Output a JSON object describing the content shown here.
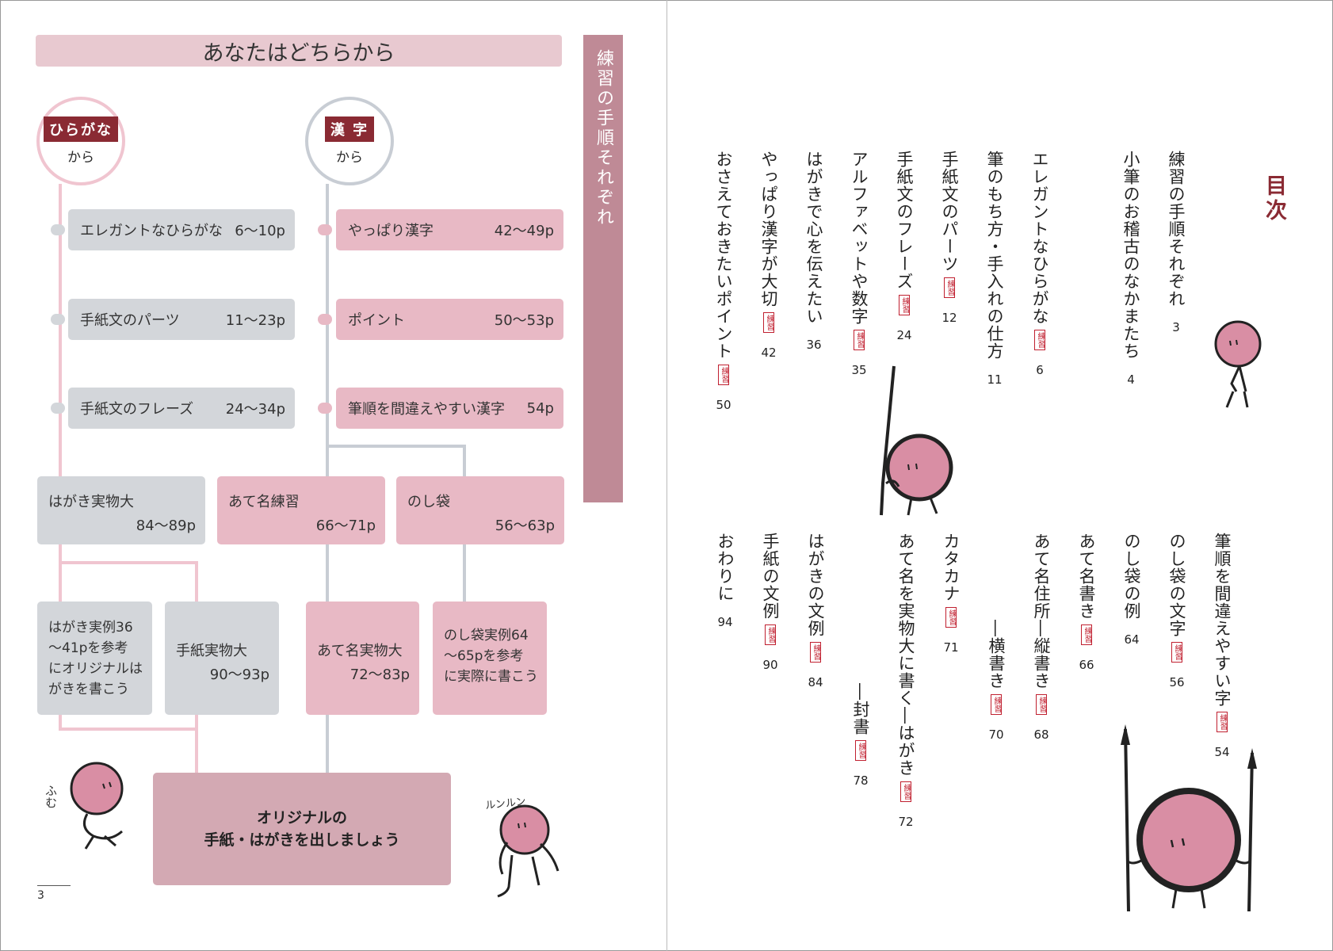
{
  "left": {
    "title": "あなたはどちらから",
    "side_label": "練習の手順それぞれ",
    "hiragana": {
      "label": "ひらがな",
      "sub": "から"
    },
    "kanji": {
      "label": "漢 字",
      "sub": "から"
    },
    "hira_items": [
      {
        "label": "エレガントなひらがな",
        "pages": "6～10p"
      },
      {
        "label": "手紙文のパーツ",
        "pages": "11～23p"
      },
      {
        "label": "手紙文のフレーズ",
        "pages": "24～34p"
      }
    ],
    "kanji_items": [
      {
        "label": "やっぱり漢字",
        "pages": "42～49p"
      },
      {
        "label": "ポイント",
        "pages": "50～53p"
      },
      {
        "label": "筆順を間違えやすい漢字",
        "pages": "54p"
      }
    ],
    "mid_boxes": [
      {
        "label": "はがき実物大",
        "pages": "84～89p"
      },
      {
        "label": "あて名練習",
        "pages": "66～71p"
      },
      {
        "label": "のし袋",
        "pages": "56～63p"
      }
    ],
    "low_boxes": [
      {
        "lines": [
          "はがき実例36",
          "～41pを参考",
          "にオリジナルは",
          "がきを書こう"
        ]
      },
      {
        "label": "手紙実物大",
        "pages": "90～93p"
      },
      {
        "label": "あて名実物大",
        "pages": "72～83p"
      },
      {
        "lines": [
          "のし袋実例64",
          "～65pを参考",
          "に実際に書こう"
        ]
      }
    ],
    "final": [
      "オリジナルの",
      "手紙・はがきを出しましょう"
    ],
    "page_number": "3",
    "hand_fumu": "ふむ",
    "hand_runrun": "ルンルン"
  },
  "right": {
    "heading": "目次",
    "tag_text": "練習",
    "toc_upper": [
      {
        "title": "練習の手順それぞれ",
        "tag": false,
        "page": "3"
      },
      {
        "title": "小筆のお稽古のなかまたち",
        "tag": false,
        "page": "4"
      },
      {
        "title": "エレガントなひらがな",
        "tag": true,
        "page": "6"
      },
      {
        "title": "筆のもち方・手入れの仕方",
        "tag": false,
        "page": "11"
      },
      {
        "title": "手紙文のパーツ",
        "tag": true,
        "page": "12"
      },
      {
        "title": "手紙文のフレーズ",
        "tag": true,
        "page": "24"
      },
      {
        "title": "アルファベットや数字",
        "tag": true,
        "page": "35"
      },
      {
        "title": "はがきで心を伝えたい",
        "tag": false,
        "page": "36"
      },
      {
        "title": "やっぱり漢字が大切",
        "tag": true,
        "page": "42"
      },
      {
        "title": "おさえておきたいポイント",
        "tag": true,
        "page": "50"
      }
    ],
    "toc_lower": [
      {
        "title": "筆順を間違えやすい字",
        "tag": true,
        "page": "54"
      },
      {
        "title": "のし袋の文字",
        "tag": true,
        "page": "56"
      },
      {
        "title": "のし袋の例",
        "tag": false,
        "page": "64"
      },
      {
        "title": "あて名書き",
        "tag": true,
        "page": "66"
      },
      {
        "title": "あて名住所―縦書き",
        "tag": true,
        "page": "68"
      },
      {
        "title": "―横書き",
        "tag": true,
        "page": "70"
      },
      {
        "title": "カタカナ",
        "tag": true,
        "page": "71"
      },
      {
        "title": "あて名を実物大に書く―はがき",
        "tag": true,
        "page": "72"
      },
      {
        "title": "―封書",
        "tag": true,
        "page": "78"
      },
      {
        "title": "はがきの文例",
        "tag": true,
        "page": "84"
      },
      {
        "title": "手紙の文例",
        "tag": true,
        "page": "90"
      },
      {
        "title": "おわりに",
        "tag": false,
        "page": "94"
      }
    ]
  }
}
